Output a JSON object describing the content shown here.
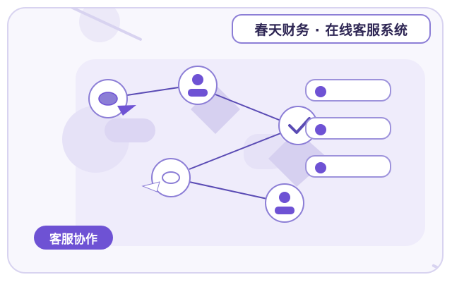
{
  "header": {
    "title": "春天财务 · 在线客服系统"
  },
  "badge": {
    "label": "客服协作"
  },
  "icons": {
    "chat_filled": "speech-bubble-icon",
    "chat_outline": "speech-bubble-outline-icon",
    "user": "user-avatar-icon",
    "check": "checkmark-icon"
  },
  "list": {
    "items": [
      {
        "id": "item-1"
      },
      {
        "id": "item-2"
      },
      {
        "id": "item-3"
      }
    ]
  },
  "colors": {
    "accent": "#6e52d4",
    "line": "#5a4bb4",
    "border": "#8c7ed6",
    "panel": "#efecfb",
    "frame": "#f8f7fd"
  }
}
